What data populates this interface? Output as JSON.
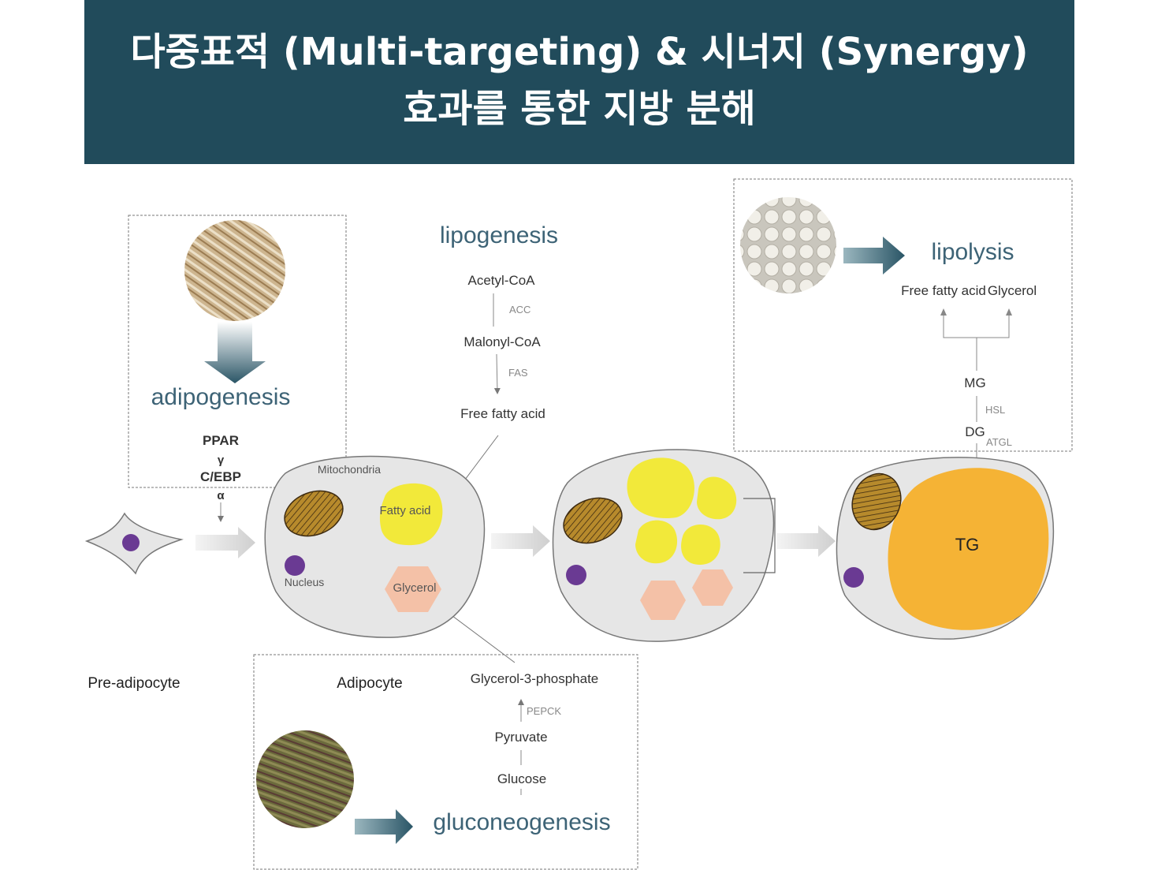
{
  "header": {
    "title_line1": "다중표적 (Multi-targeting) & 시너지 (Synergy)",
    "title_line2": "효과를 통한 지방 분해",
    "bg_color": "#214b5b"
  },
  "adipogenesis": {
    "title": "adipogenesis",
    "factor1": "PPAR",
    "factor1_sub": "γ",
    "factor2": "C/EBP",
    "factor2_sub": "α"
  },
  "lipogenesis": {
    "title": "lipogenesis",
    "step1": "Acetyl-CoA",
    "enzyme1": "ACC",
    "step2": "Malonyl-CoA",
    "enzyme2": "FAS",
    "step3": "Free fatty acid"
  },
  "lipolysis": {
    "title": "lipolysis",
    "product1": "Free fatty acid",
    "product2": "Glycerol",
    "mg": "MG",
    "enzyme_hsl": "HSL",
    "dg": "DG",
    "enzyme_atgl": "ATGL"
  },
  "gluconeogenesis": {
    "title": "gluconeogenesis",
    "step1": "Glycerol-3-phosphate",
    "enzyme": "PEPCK",
    "step2": "Pyruvate",
    "step3": "Glucose"
  },
  "cells": {
    "pre_adipocyte": "Pre-adipocyte",
    "adipocyte": "Adipocyte",
    "mitochondria": "Mitochondria",
    "fatty_acid": "Fatty acid",
    "nucleus": "Nucleus",
    "glycerol": "Glycerol",
    "tg": "TG"
  },
  "colors": {
    "title_blue": "#3d6376",
    "cell_fill": "#e6e6e6",
    "fat_yellow": "#f2e93a",
    "glycerol_pink": "#f4c1a7",
    "nucleus_purple": "#6a3a93",
    "tg_orange": "#f5b335",
    "mito_brown": "#a97a26"
  }
}
